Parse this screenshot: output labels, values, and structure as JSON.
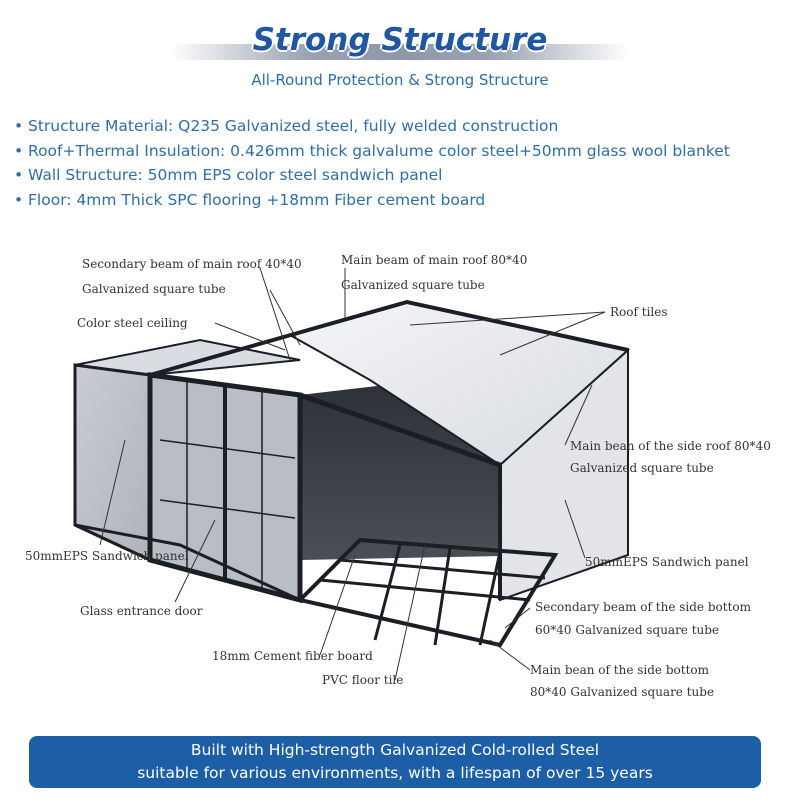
{
  "header": {
    "title": "Strong Structure",
    "subtitle": "All-Round Protection & Strong Structure"
  },
  "specs": [
    "Structure Material: Q235 Galvanized steel, fully welded construction",
    "Roof+Thermal Insulation: 0.426mm thick galvalume color steel+50mm glass wool blanket",
    "Wall Structure: 50mm EPS color steel sandwich panel",
    "Floor: 4mm Thick SPC flooring +18mm Fiber cement board"
  ],
  "labels": {
    "secondary_roof_beam_1": "Secondary beam of main roof 40*40",
    "secondary_roof_beam_2": "Galvanized square tube",
    "main_roof_beam_1": "Main beam of main roof 80*40",
    "main_roof_beam_2": "Galvanized square tube",
    "roof_tiles": "Roof tiles",
    "ceiling": "Color steel ceiling",
    "side_roof_beam_1": "Main bean of the side roof 80*40",
    "side_roof_beam_2": "Galvanized square tube",
    "eps_left": "50mmEPS Sandwich panel",
    "eps_right": "50mmEPS Sandwich panel",
    "glass_door": "Glass entrance door",
    "side_bottom_secondary_1": "Secondary beam of the side bottom",
    "side_bottom_secondary_2": "60*40 Galvanized square tube",
    "cement_board": "18mm Cement fiber board",
    "pvc_tile": "PVC floor tile",
    "side_bottom_main_1": "Main bean of the side bottom",
    "side_bottom_main_2": "80*40 Galvanized square tube"
  },
  "footer": {
    "line1": "Built with High-strength Galvanized Cold-rolled Steel",
    "line2": "suitable for various environments, with a lifespan of over 15 years"
  },
  "colors": {
    "title": "#1f57a3",
    "text": "#2e6fa7",
    "footer_bg": "#1d5fa6",
    "frame": "#1b1e24"
  }
}
